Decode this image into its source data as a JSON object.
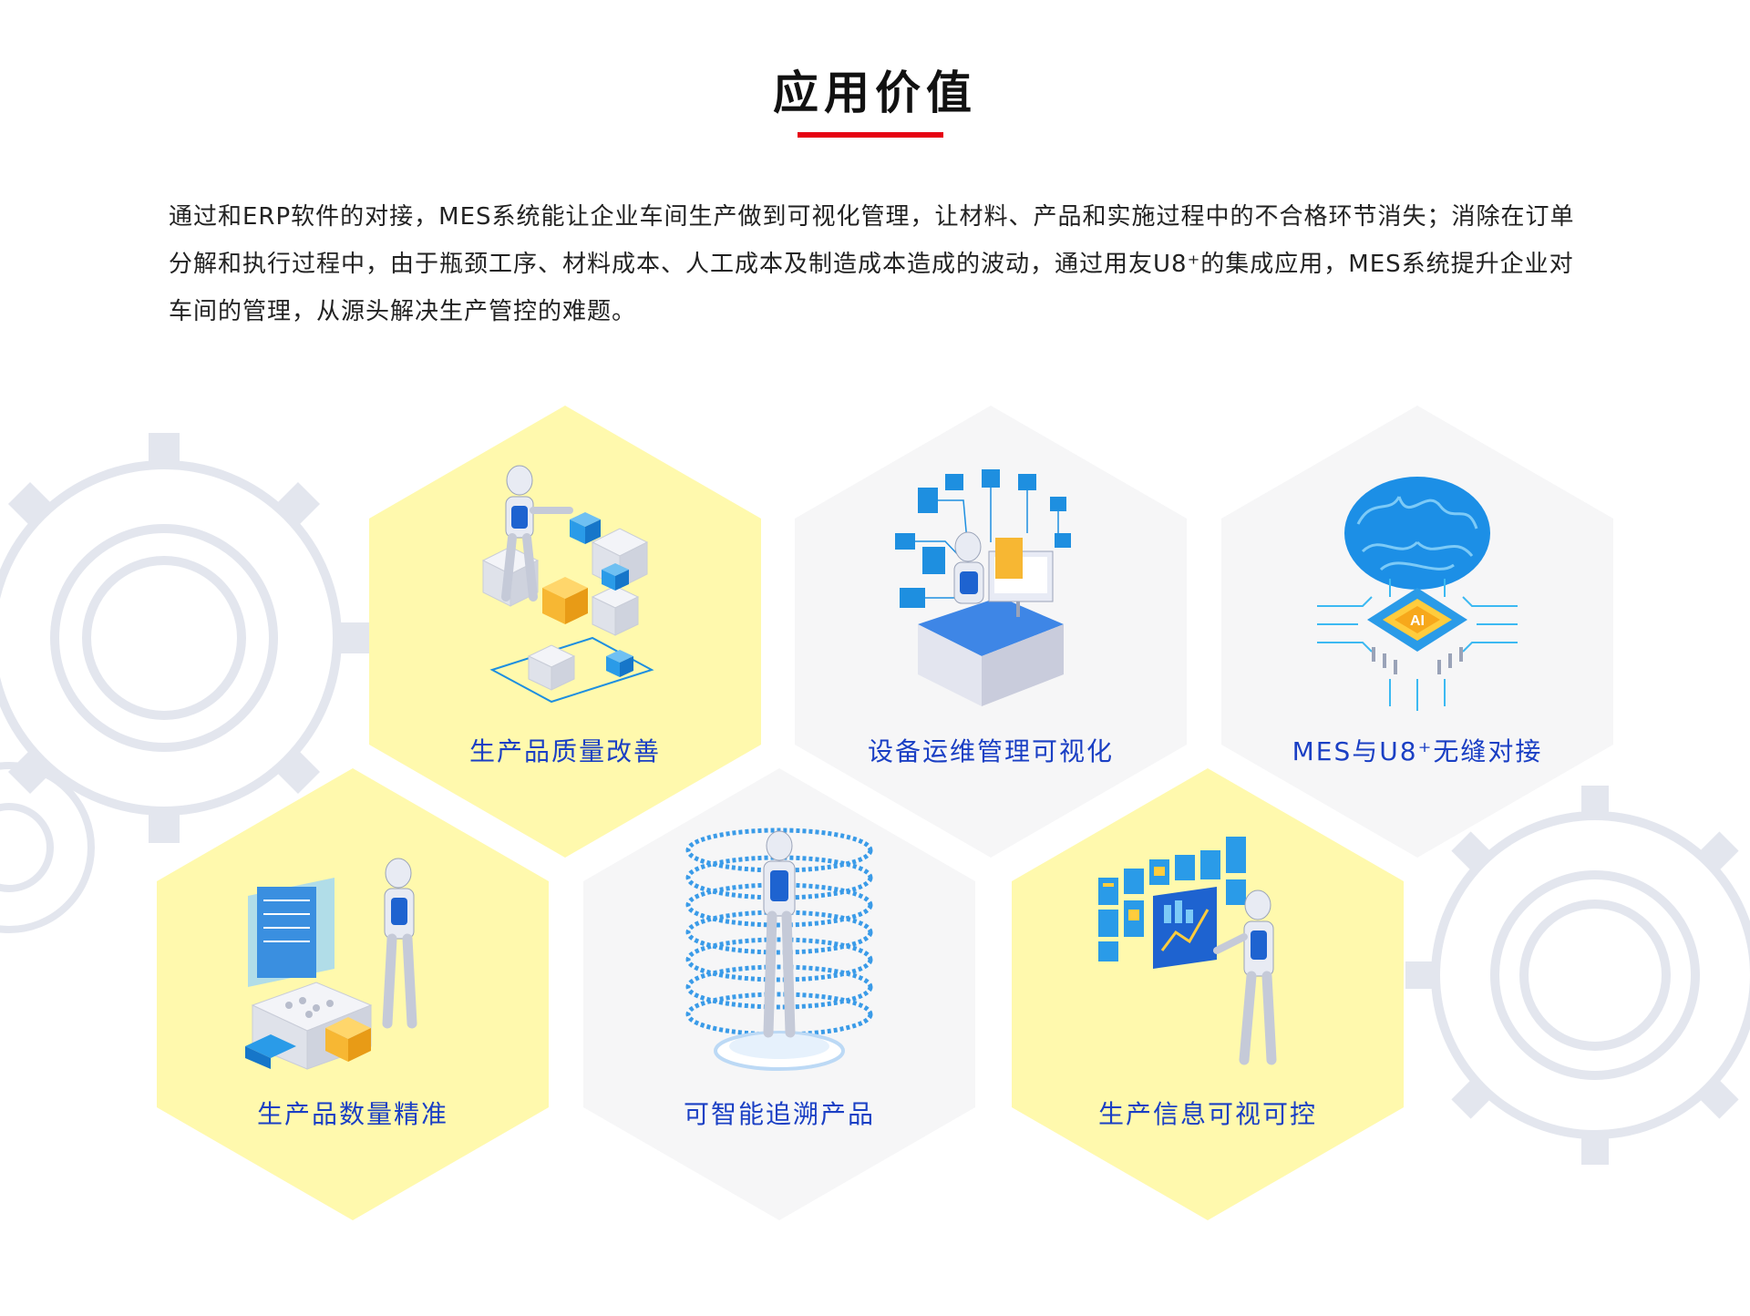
{
  "header": {
    "title": "应用价值",
    "accent_color": "#e60012"
  },
  "intro": {
    "text": "通过和ERP软件的对接，MES系统能让企业车间生产做到可视化管理，让材料、产品和实施过程中的不合格环节消失；消除在订单分解和执行过程中，由于瓶颈工序、材料成本、人工成本及制造成本造成的波动，通过用友U8⁺的集成应用，MES系统提升企业对车间的管理，从源头解决生产管控的难题。"
  },
  "values": [
    {
      "label": "生产品质量改善",
      "icon": "robot-cubes-icon",
      "fill": "yellow"
    },
    {
      "label": "设备运维管理可视化",
      "icon": "robot-dashboard-icon",
      "fill": "gray"
    },
    {
      "label": "MES与U8⁺无缝对接",
      "icon": "ai-brain-chip-icon",
      "fill": "gray"
    },
    {
      "label": "生产品数量精准",
      "icon": "robot-boxes-icon",
      "fill": "yellow"
    },
    {
      "label": "可智能追溯产品",
      "icon": "robot-binary-cylinder-icon",
      "fill": "gray"
    },
    {
      "label": "生产信息可视可控",
      "icon": "robot-screens-icon",
      "fill": "yellow"
    }
  ],
  "colors": {
    "hex_yellow": "#fff9ad",
    "hex_gray": "#f6f6f7",
    "label_blue": "#1a3fc4",
    "illustration_blue": "#1e8fe0"
  }
}
